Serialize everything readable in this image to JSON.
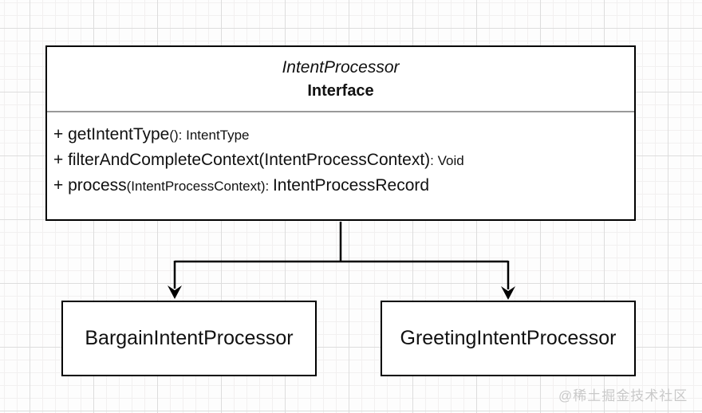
{
  "diagram": {
    "interface_class": {
      "name": "IntentProcessor",
      "stereotype": "Interface",
      "methods": [
        {
          "text": "+ getIntentType(): IntentType",
          "segments": [
            {
              "text": "+ getIntentType",
              "size": "lg"
            },
            {
              "text": "(): IntentType",
              "size": "sm"
            }
          ]
        },
        {
          "text": "+ filterAndCompleteContext(IntentProcessContext): Void",
          "segments": [
            {
              "text": "+ filterAndCompleteContext(IntentProcessContext)",
              "size": "lg"
            },
            {
              "text": ": Void",
              "size": "sm"
            }
          ]
        },
        {
          "text": "+ process(IntentProcessContext): IntentProcessRecord",
          "segments": [
            {
              "text": "+ process",
              "size": "lg"
            },
            {
              "text": "(IntentProcessContext): ",
              "size": "sm"
            },
            {
              "text": "IntentProcessRecord",
              "size": "lg"
            }
          ]
        }
      ]
    },
    "implementations": [
      {
        "name": "BargainIntentProcessor"
      },
      {
        "name": "GreetingIntentProcessor"
      }
    ],
    "relationship": "directed-arrows-from-interface-to-implementations"
  },
  "watermark": "@稀土掘金技术社区",
  "colors": {
    "box_border": "#000000",
    "compartment_divider": "#999999",
    "connector_line": "#000000",
    "text": "#111111",
    "watermark": "#c9c9c9",
    "grid_major": "#dddddd",
    "grid_minor": "#f2f0f0",
    "background": "#fdfdfd"
  }
}
